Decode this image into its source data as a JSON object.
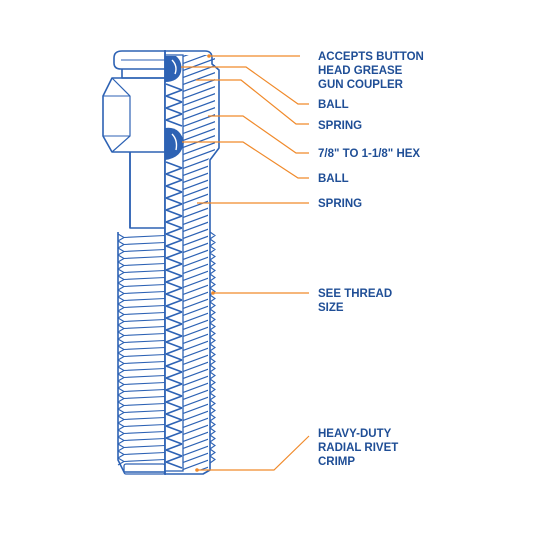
{
  "colors": {
    "outline": "#2d62b4",
    "cut_face": "#2d62b4",
    "leader": "#f08a2b",
    "text": "#1f4e96",
    "background": "#ffffff"
  },
  "callouts": [
    {
      "id": "button-head-coupler",
      "lines": [
        "ACCEPTS BUTTON",
        "HEAD GREASE",
        "GUN COUPLER"
      ]
    },
    {
      "id": "ball-upper",
      "lines": [
        "BALL"
      ]
    },
    {
      "id": "spring-upper",
      "lines": [
        "SPRING"
      ]
    },
    {
      "id": "hex-size",
      "lines": [
        "7/8\" TO 1-1/8\" HEX"
      ]
    },
    {
      "id": "ball-lower",
      "lines": [
        "BALL"
      ]
    },
    {
      "id": "spring-lower",
      "lines": [
        "SPRING"
      ]
    },
    {
      "id": "thread-size",
      "lines": [
        "SEE THREAD",
        "SIZE"
      ]
    },
    {
      "id": "rivet-crimp",
      "lines": [
        "HEAVY-DUTY",
        "RADIAL RIVET",
        "CRIMP"
      ]
    }
  ]
}
